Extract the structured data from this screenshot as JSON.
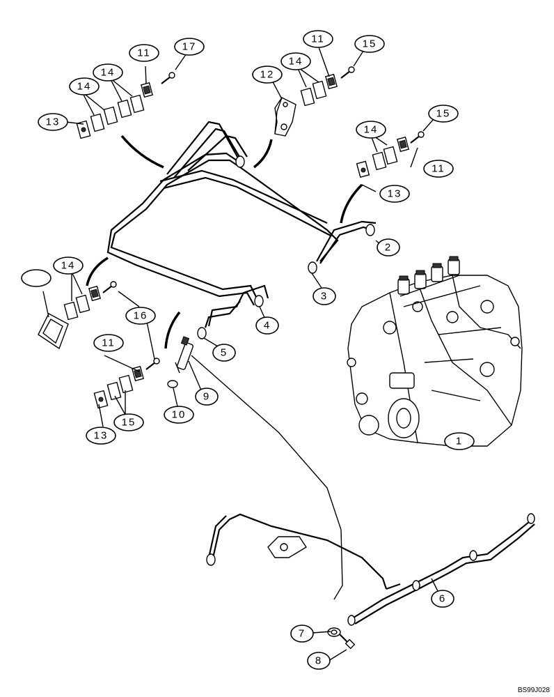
{
  "diagram": {
    "callouts": [
      {
        "id": "c1",
        "label": "1"
      },
      {
        "id": "c2",
        "label": "2"
      },
      {
        "id": "c3",
        "label": "3"
      },
      {
        "id": "c4",
        "label": "4"
      },
      {
        "id": "c5",
        "label": "5"
      },
      {
        "id": "c6",
        "label": "6"
      },
      {
        "id": "c7",
        "label": "7"
      },
      {
        "id": "c8",
        "label": "8"
      },
      {
        "id": "c9",
        "label": "9"
      },
      {
        "id": "c10",
        "label": "10"
      },
      {
        "id": "c11a",
        "label": "11"
      },
      {
        "id": "c11b",
        "label": "11"
      },
      {
        "id": "c11c",
        "label": "11"
      },
      {
        "id": "c11d",
        "label": "11"
      },
      {
        "id": "c12",
        "label": "12"
      },
      {
        "id": "c13a",
        "label": "13"
      },
      {
        "id": "c13b",
        "label": "13"
      },
      {
        "id": "c13c",
        "label": "13"
      },
      {
        "id": "c14a",
        "label": "14"
      },
      {
        "id": "c14b",
        "label": "14"
      },
      {
        "id": "c14c",
        "label": "14"
      },
      {
        "id": "c14d",
        "label": "14"
      },
      {
        "id": "c14e",
        "label": "14"
      },
      {
        "id": "c15a",
        "label": "15"
      },
      {
        "id": "c15b",
        "label": "15"
      },
      {
        "id": "c15c",
        "label": "15"
      },
      {
        "id": "c16",
        "label": "16"
      },
      {
        "id": "c17",
        "label": "17"
      }
    ],
    "drawing_code": "BS99J028"
  }
}
